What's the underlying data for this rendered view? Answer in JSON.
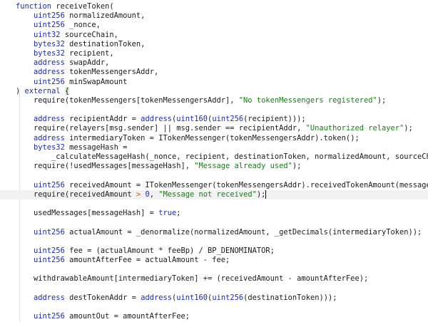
{
  "code": {
    "fn_kw": "function",
    "fn_name": "receiveToken(",
    "p1_type": "uint256",
    "p1_name": "normalizedAmount,",
    "p2_type": "uint256",
    "p2_name": "_nonce,",
    "p3_type": "uint32",
    "p3_name": "sourceChain,",
    "p4_type": "bytes32",
    "p4_name": "destinationToken,",
    "p5_type": "bytes32",
    "p5_name": "recipient,",
    "p6_type": "address",
    "p6_name": "swapAddr,",
    "p7_type": "address",
    "p7_name": "tokenMessengersAddr,",
    "p8_type": "uint256",
    "p8_name": "minSwapAmount",
    "ext_paren": ")",
    "ext_kw": "external",
    "ext_brace": "{",
    "l1a": "require(tokenMessengers[tokenMessengersAddr], ",
    "l1b": "\"No tokenMessengers registered\"",
    "l1c": ");",
    "l2_kw": "address",
    "l2a": " recipientAddr = ",
    "l2_kw2": "address",
    "l2b": "(",
    "l2_kw3": "uint160",
    "l2c": "(",
    "l2_kw4": "uint256",
    "l2d": "(recipient)));",
    "l3a": "require(relayers[msg.sender] || msg.sender == recipientAddr, ",
    "l3b": "\"Unauthorized relayer\"",
    "l3c": ");",
    "l4_kw": "address",
    "l4a": " intermediaryToken = ITokenMessenger(tokenMessengersAddr).token();",
    "l5_kw": "bytes32",
    "l5a": " messageHash =",
    "l6a": "    _calculateMessageHash(_nonce, recipient, destinationToken, normalizedAmount, sourceChain, CHAIN_ID);",
    "l7a": "require(!usedMessages[messageHash], ",
    "l7b": "\"Message already used\"",
    "l7c": ");",
    "l8_kw": "uint256",
    "l8a": " receivedAmount = ITokenMessenger(tokenMessengersAddr).receivedTokenAmount(messageHash);",
    "l9a": "require(receivedAmount ",
    "l9_op": ">",
    "l9_num": "0",
    "l9b": ", ",
    "l9c": "\"Message not received\"",
    "l9d": ");",
    "l10a": "usedMessages[messageHash] = ",
    "l10_kw": "true",
    "l10b": ";",
    "l11_kw": "uint256",
    "l11a": " actualAmount = _denormalize(normalizedAmount, _getDecimals(intermediaryToken));",
    "l12_kw": "uint256",
    "l12a": " fee = (actualAmount * feeBp) / BP_DENOMINATOR;",
    "l13_kw": "uint256",
    "l13a": " amountAfterFee = actualAmount - fee;",
    "l14a": "withdrawableAmount[intermediaryToken] += (receivedAmount - amountAfterFee);",
    "l15_kw": "address",
    "l15a": " destTokenAddr = ",
    "l15_kw2": "address",
    "l15b": "(",
    "l15_kw3": "uint160",
    "l15c": "(",
    "l15_kw4": "uint256",
    "l15d": "(destinationToken)));",
    "l16_kw": "uint256",
    "l16a": " amountOut = amountAfterFee;"
  }
}
